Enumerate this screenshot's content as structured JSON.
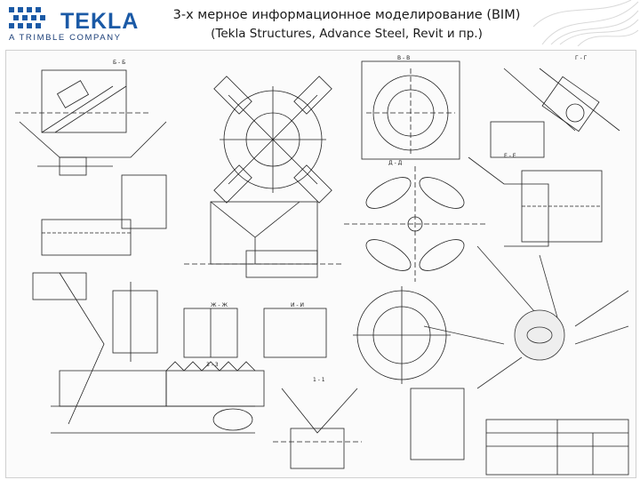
{
  "header": {
    "logo": {
      "name": "TEKLA",
      "tagline": "A TRIMBLE COMPANY",
      "brand_color": "#1b5aa6"
    },
    "title": "3-х мерное информационное моделирование (BIM)",
    "subtitle": "(Tekla Structures, Advance Steel, Revit и пр.)"
  },
  "drawing": {
    "section_marks": [
      "Б - Б",
      "В - В",
      "Г - Г",
      "Д - Д",
      "Е - Е",
      "Ж - Ж",
      "И - И",
      "3 - 3",
      "1 - 1"
    ]
  }
}
